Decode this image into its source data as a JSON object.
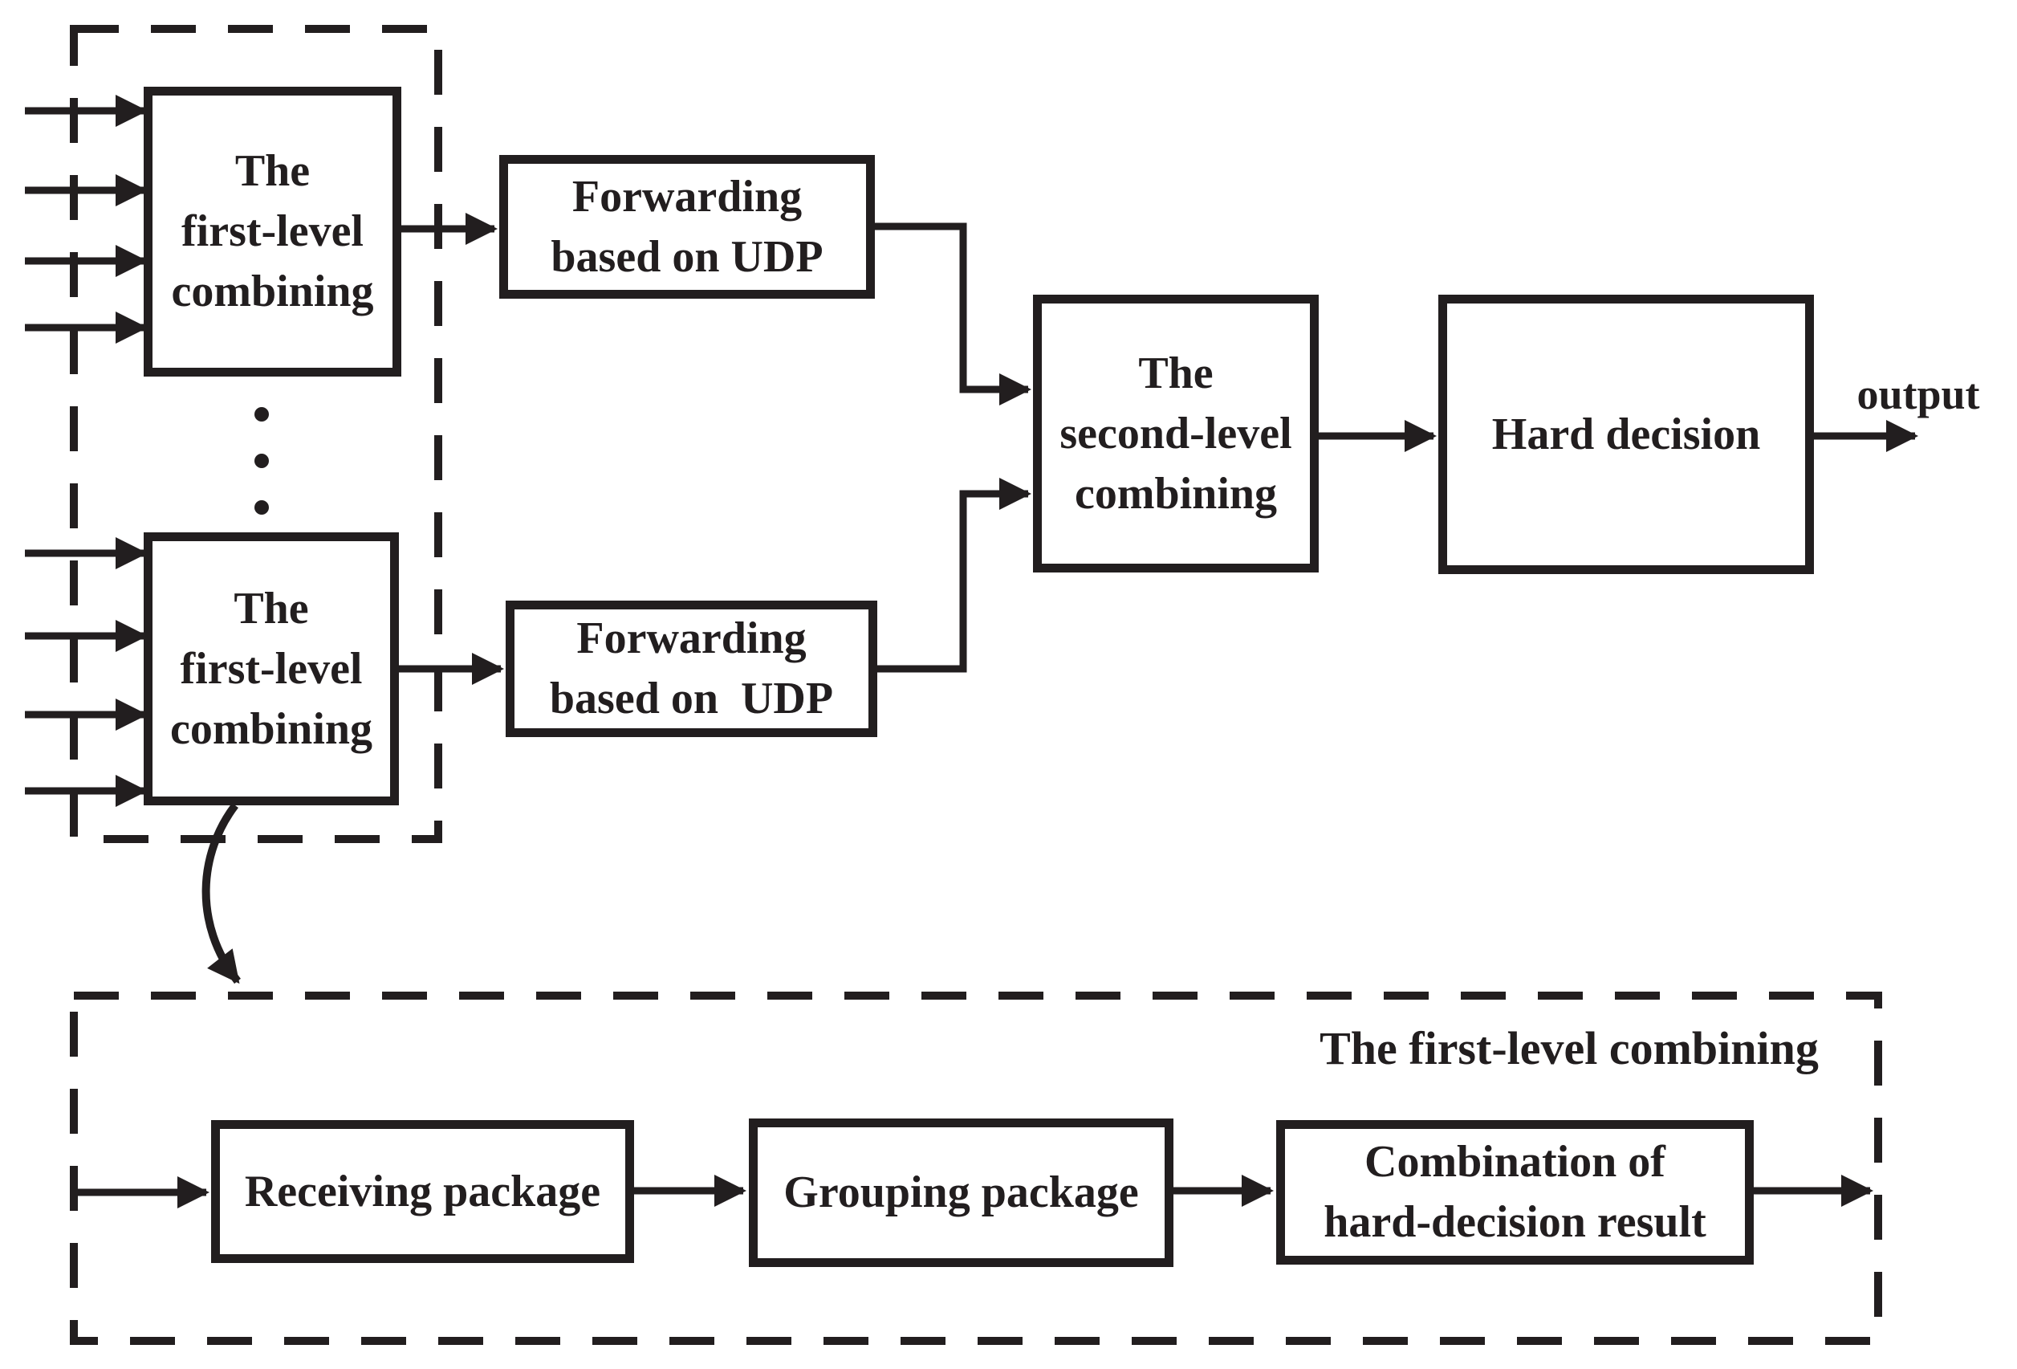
{
  "diagram": {
    "background_color": "#ffffff",
    "ink_color": "#221e1f",
    "boxes": {
      "first_level_top": {
        "label": "The\nfirst-level\ncombining"
      },
      "first_level_bottom": {
        "label": "The\nfirst-level\ncombining"
      },
      "forwarding_top": {
        "label": "Forwarding\nbased on UDP"
      },
      "forwarding_bottom": {
        "label": "Forwarding\nbased on  UDP"
      },
      "second_level": {
        "label": "The\nsecond-level\ncombining"
      },
      "hard_decision": {
        "label": "Hard decision"
      },
      "receiving": {
        "label": "Receiving package"
      },
      "grouping": {
        "label": "Grouping package"
      },
      "combination": {
        "label": "Combination of\nhard-decision result"
      }
    },
    "labels": {
      "output": "output",
      "first_level_group_title": "The first-level combining"
    }
  }
}
